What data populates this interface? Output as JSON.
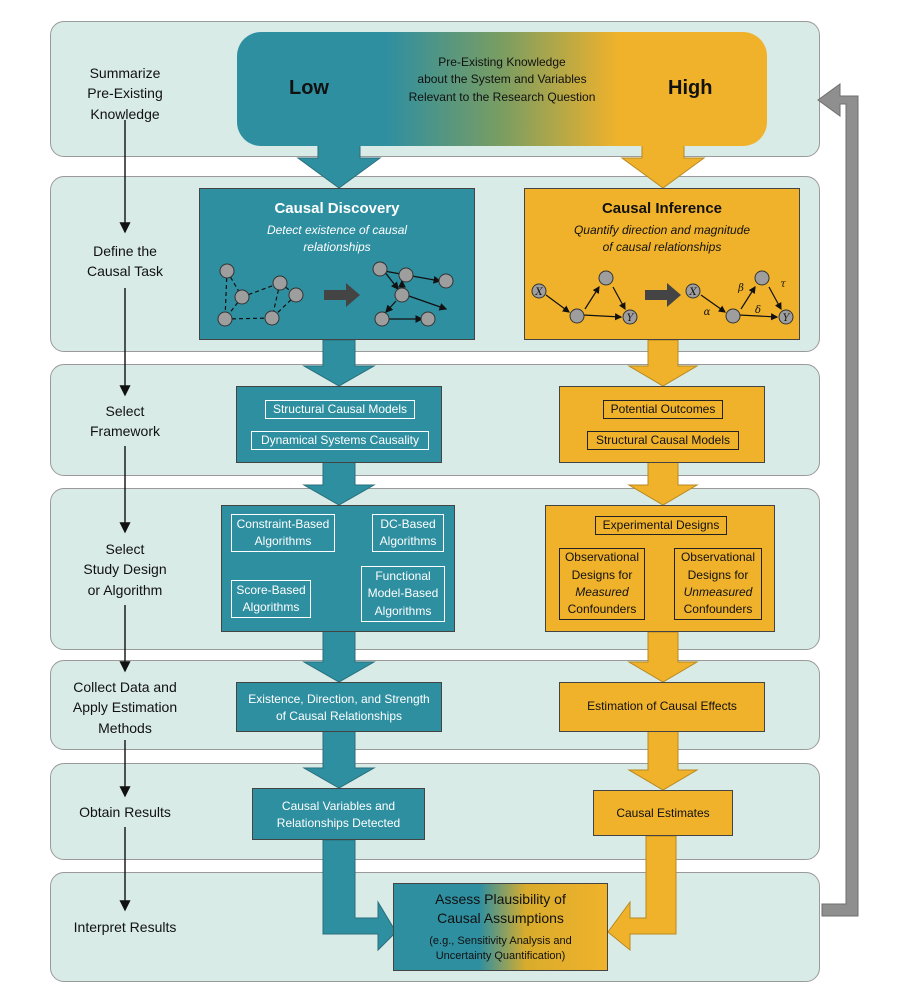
{
  "steps": [
    {
      "label": "Summarize\nPre-Existing\nKnowledge"
    },
    {
      "label": "Define the\nCausal Task"
    },
    {
      "label": "Select\nFramework"
    },
    {
      "label": "Select\nStudy Design\nor Algorithm"
    },
    {
      "label": "Collect Data and\nApply Estimation\nMethods"
    },
    {
      "label": "Obtain Results"
    },
    {
      "label": "Interpret Results"
    }
  ],
  "knowledge": {
    "low": "Low",
    "high": "High",
    "text": "Pre-Existing Knowledge\nabout the System and Variables\nRelevant to the Research Question"
  },
  "discovery": {
    "title": "Causal Discovery",
    "subtitle": "Detect existence of causal\nrelationships",
    "frameworks": [
      "Structural Causal Models",
      "Dynamical Systems Causality"
    ],
    "algorithms": [
      "Constraint-Based\nAlgorithms",
      "DC-Based\nAlgorithms",
      "Score-Based\nAlgorithms",
      "Functional\nModel-Based\nAlgorithms"
    ],
    "estimation": "Existence, Direction, and Strength\nof Causal Relationships",
    "results": "Causal Variables and\nRelationships Detected"
  },
  "inference": {
    "title": "Causal Inference",
    "subtitle": "Quantify direction and magnitude\nof causal relationships",
    "frameworks": [
      "Potential Outcomes",
      "Structural Causal Models"
    ],
    "designs": [
      "Experimental Designs"
    ],
    "observational_measured": {
      "prefix": "Observational\nDesigns for",
      "emph": "Measured",
      "suffix": "Confounders"
    },
    "observational_unmeasured": {
      "prefix": "Observational\nDesigns for",
      "emph": "Unmeasured",
      "suffix": "Confounders"
    },
    "estimation": "Estimation of Causal Effects",
    "results": "Causal Estimates",
    "graph_labels": {
      "x": "X",
      "y": "Y",
      "alpha": "α",
      "beta": "β",
      "delta": "δ",
      "tau": "τ"
    }
  },
  "assess": {
    "title": "Assess Plausibility of\nCausal Assumptions",
    "note": "(e.g., Sensitivity Analysis and\nUncertainty Quantification)"
  },
  "colors": {
    "teal": "#2e8fa1",
    "gold": "#f0b22b",
    "band": "#d8ebe7",
    "loop_arrow": "#8f8f8f"
  }
}
